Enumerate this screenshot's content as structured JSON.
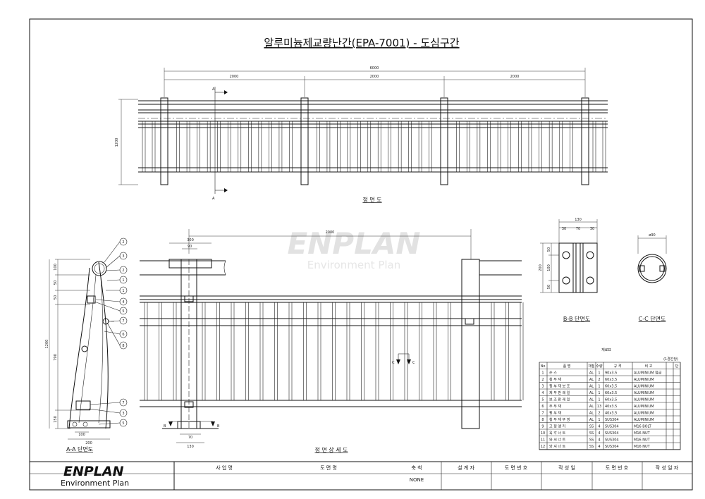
{
  "title": "알루미늄제교량난간(EPA-7001) - 도심구간",
  "watermark": {
    "brand": "ENPLAN",
    "subtitle": "Environment Plan"
  },
  "front_view": {
    "caption": "정 면 도",
    "dims": {
      "total": "6000",
      "span1": "2000",
      "span2": "2000",
      "span3": "2000",
      "height": "1200"
    },
    "section_marks": [
      "A",
      "A"
    ]
  },
  "detail_view": {
    "caption": "정 면 상 세 도",
    "dims": {
      "span": "2000",
      "top_w": "300",
      "post_w": "90",
      "base1": "70",
      "base2": "130"
    },
    "cut_marks": [
      "C",
      "C",
      "B",
      "B"
    ]
  },
  "section_aa": {
    "caption": "A-A 단면도",
    "dims": [
      "100",
      "50",
      "50",
      "790",
      "150",
      "200",
      "100"
    ],
    "height_label": "1200",
    "callouts": [
      "2",
      "3",
      "2",
      "1",
      "1",
      "4",
      "5",
      "7",
      "8",
      "6",
      "7",
      "3",
      "5"
    ]
  },
  "section_bb": {
    "caption": "B-B 단면도",
    "dims": [
      "130",
      "30",
      "70",
      "30",
      "200",
      "50",
      "100",
      "50"
    ]
  },
  "section_cc": {
    "caption": "C-C 단면도",
    "dims": [
      "ø90"
    ]
  },
  "material_table": {
    "title": "재료표",
    "unit": "(1경간당)",
    "headers": [
      "No",
      "품 명",
      "재질",
      "수량",
      "규 격",
      "비 고",
      "단"
    ],
    "rows": [
      [
        "1",
        "손 스",
        "AL",
        "1",
        "90x3.5",
        "ALUMINIUM 합금",
        ""
      ],
      [
        "2",
        "횡 부 재",
        "AL",
        "2",
        "60x3.5",
        "ALUMINIUM",
        ""
      ],
      [
        "3",
        "횡 부 재 보 조",
        "AL",
        "1",
        "60x3.5",
        "ALUMINIUM",
        ""
      ],
      [
        "4",
        "제 부 판 레 일",
        "AL",
        "1",
        "60x3.5",
        "ALUMINIUM",
        ""
      ],
      [
        "5",
        "보 조 판 레 일",
        "AL",
        "1",
        "60x3.5",
        "ALUMINIUM",
        ""
      ],
      [
        "6",
        "주 부 재",
        "AL",
        "13",
        "40x3.5",
        "ALUMINIUM",
        ""
      ],
      [
        "7",
        "횡 부 재",
        "AL",
        "2",
        "40x3.5",
        "ALUMINIUM",
        ""
      ],
      [
        "8",
        "횡 부 재 뚜 껑",
        "AL",
        "1",
        "SUS304",
        "ALUMINIUM",
        ""
      ],
      [
        "9",
        "고 정 앵 커",
        "SS",
        "4",
        "SUS304",
        "M16 BOLT",
        ""
      ],
      [
        "10",
        "육 각 너 트",
        "SS",
        "4",
        "SUS304",
        "M16 NUT",
        ""
      ],
      [
        "11",
        "와 셔 너 트",
        "SS",
        "4",
        "SUS304",
        "M16 NUT",
        ""
      ],
      [
        "12",
        "와 셔 너 트",
        "SS",
        "4",
        "SUS304",
        "M16 NUT",
        ""
      ]
    ]
  },
  "title_block": {
    "brand": "ENPLAN",
    "sub": "Environment Plan",
    "fields": [
      "사 업 명",
      "도 면 명",
      "축 척",
      "설 계 자",
      "도 면 번 호",
      "작 성 일",
      "도 면 번 호",
      "작 성 일 자"
    ],
    "scale": "NONE"
  }
}
